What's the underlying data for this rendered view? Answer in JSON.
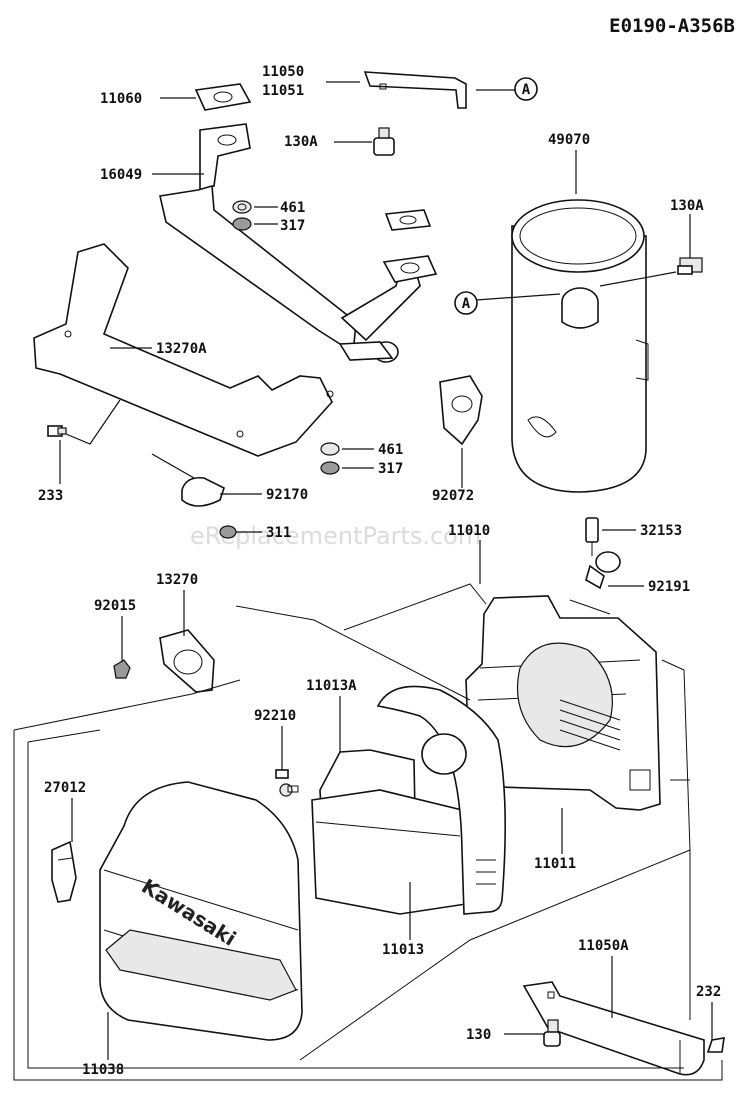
{
  "diagram_code": "E0190-A356B",
  "watermark": "eReplacementParts.com",
  "ref_marker": "A",
  "brand_text": "Kawasaki",
  "parts": {
    "p11060": "11060",
    "p11050": "11050",
    "p11051": "11051",
    "p130A_top": "130A",
    "p16049": "16049",
    "p461_top": "461",
    "p317_top": "317",
    "p49070": "49070",
    "p130A_right": "130A",
    "p13270A": "13270A",
    "p461_mid": "461",
    "p317_mid": "317",
    "p233": "233",
    "p92170": "92170",
    "p92072": "92072",
    "p311": "311",
    "p11010": "11010",
    "p32153": "32153",
    "p13270": "13270",
    "p92015": "92015",
    "p92191": "92191",
    "p11013A": "11013A",
    "p92210": "92210",
    "p27012": "27012",
    "p11011": "11011",
    "p11013": "11013",
    "p11050A": "11050A",
    "p232": "232",
    "p130_bottom": "130",
    "p11038": "11038"
  }
}
